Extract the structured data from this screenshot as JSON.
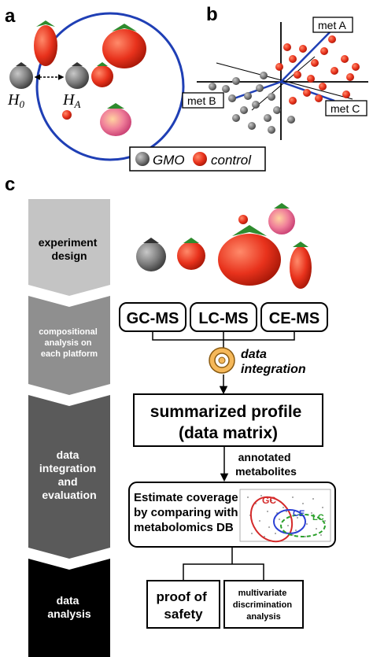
{
  "panels": {
    "a": "a",
    "b": "b",
    "c": "c"
  },
  "panel_a": {
    "h0": "H",
    "h0_sub": "0",
    "ha": "H",
    "ha_sub": "A"
  },
  "legend": {
    "gmo": "GMO",
    "control": "control"
  },
  "panel_b": {
    "met_a": "met A",
    "met_b": "met B",
    "met_c": "met C"
  },
  "stages": [
    {
      "lines": [
        "experiment",
        "design"
      ]
    },
    {
      "lines": [
        "compositional",
        "analysis on",
        "each platform"
      ]
    },
    {
      "lines": [
        "data",
        "integration",
        "and",
        "evaluation"
      ]
    },
    {
      "lines": [
        "data",
        "analysis"
      ]
    }
  ],
  "platforms": [
    "GC-MS",
    "LC-MS",
    "CE-MS"
  ],
  "data_integration": [
    "data",
    "integration"
  ],
  "profile": [
    "summarized profile",
    "(data matrix)"
  ],
  "annotated": [
    "annotated",
    "metabolites"
  ],
  "coverage": {
    "lines": [
      "Estimate coverage",
      "by comparing with",
      "metabolomics DB"
    ],
    "venn": {
      "gc": "GC",
      "ce": "CE",
      "lc": "LC"
    }
  },
  "outputs": {
    "safety": [
      "proof of",
      "safety"
    ],
    "multivariate": [
      "multivariate",
      "discrimination",
      "analysis"
    ]
  },
  "colors": {
    "gmo": "#6b6b6b",
    "control": "#e8321c",
    "circle": "#1f3fb5",
    "axis_blue": "#1f3fb5",
    "stage1": "#c4c4c4",
    "stage2": "#8f8f8f",
    "stage3": "#5a5a5a",
    "stage4": "#000000",
    "venn_gc": "#d42a2a",
    "venn_ce": "#2a3fd4",
    "venn_lc": "#2ca02c"
  }
}
